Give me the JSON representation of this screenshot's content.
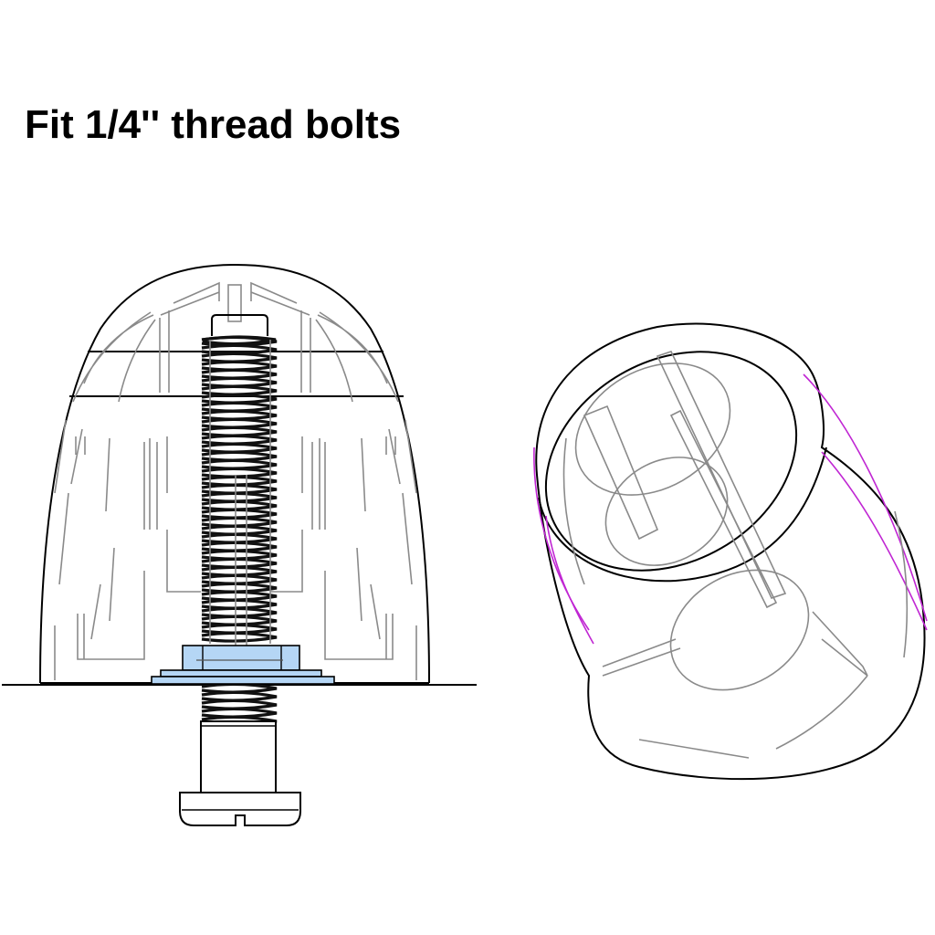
{
  "title": "Fit 1/4'' thread bolts",
  "figures": {
    "left": {
      "label": "cross-section-cap-with-bolt",
      "components": [
        "dome-cap",
        "threaded-bolt",
        "nut-washer",
        "base-surface-line",
        "bolt-head"
      ]
    },
    "right": {
      "label": "isometric-cap-view",
      "components": [
        "dome-cap-outline",
        "internal-ribs",
        "highlight-edges"
      ]
    }
  },
  "colors": {
    "outline": "#000000",
    "internal": "#8a8a8a",
    "nut": "#b5d6f5",
    "highlight": "#c026d3",
    "background": "#ffffff"
  }
}
